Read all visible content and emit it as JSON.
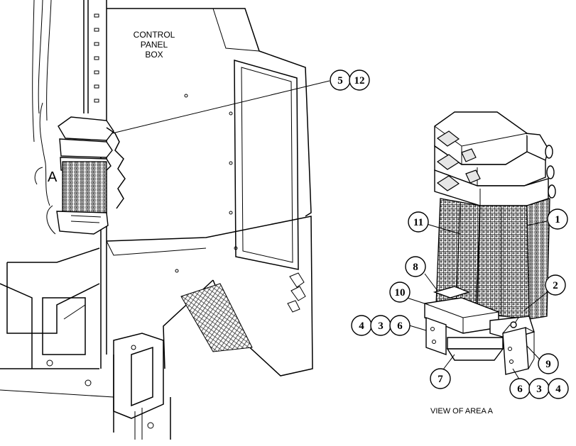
{
  "labels": {
    "control_panel_line1": "CONTROL",
    "control_panel_line2": "PANEL",
    "control_panel_line3": "BOX",
    "area_letter": "A",
    "view_caption": "VIEW OF AREA A"
  },
  "callouts": {
    "c1": "1",
    "c2": "2",
    "c3a": "3",
    "c3b": "3",
    "c4a": "4",
    "c4b": "4",
    "c5": "5",
    "c6a": "6",
    "c6b": "6",
    "c7": "7",
    "c8": "8",
    "c9": "9",
    "c10": "10",
    "c11": "11",
    "c12": "12"
  },
  "colors": {
    "line": "#000000",
    "background": "#ffffff",
    "mesh_fill": "#333333"
  }
}
